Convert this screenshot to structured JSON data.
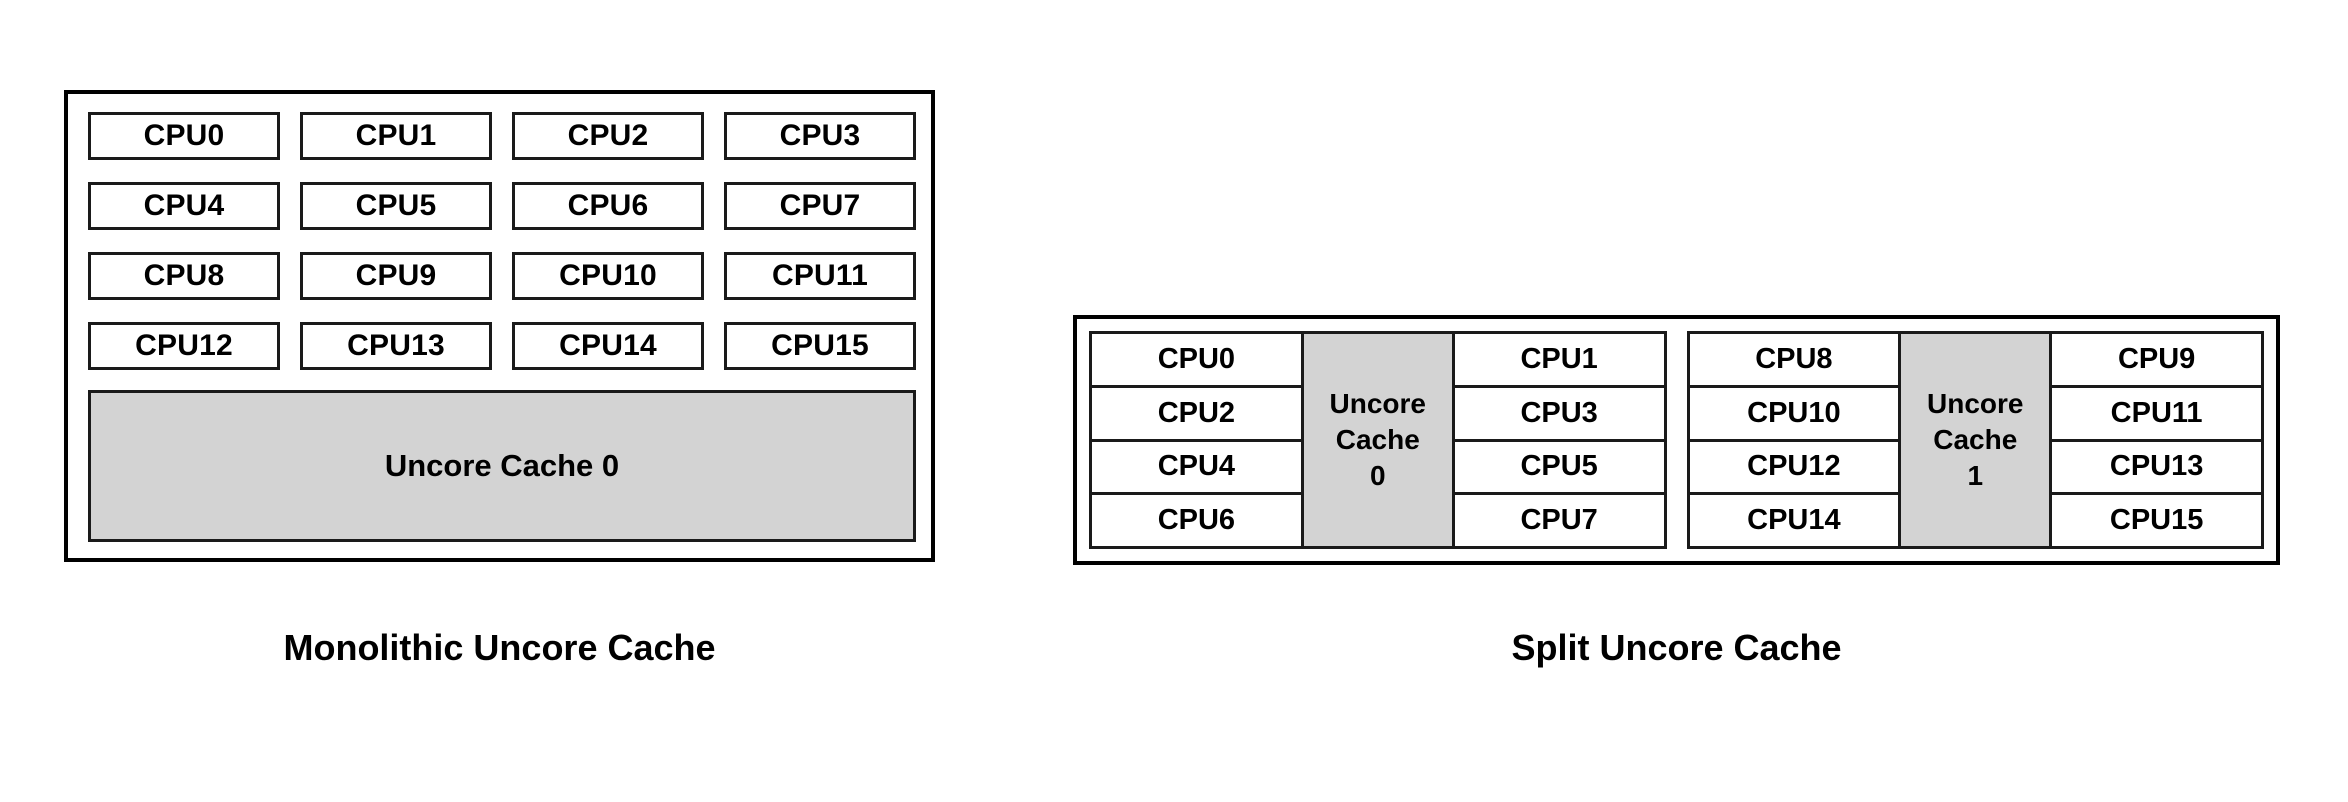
{
  "theme": {
    "background": "#ffffff",
    "line_color": "#000000",
    "cache_fill": "#d3d3d3",
    "cpu_fill": "#ffffff",
    "text_color": "#000000"
  },
  "figures": {
    "monolithic": {
      "caption": "Monolithic Uncore Cache",
      "cpus": [
        "CPU0",
        "CPU1",
        "CPU2",
        "CPU3",
        "CPU4",
        "CPU5",
        "CPU6",
        "CPU7",
        "CPU8",
        "CPU9",
        "CPU10",
        "CPU11",
        "CPU12",
        "CPU13",
        "CPU14",
        "CPU15"
      ],
      "cache": {
        "label": "Uncore Cache 0",
        "index": "0"
      }
    },
    "split": {
      "caption": "Split Uncore Cache",
      "groups": [
        {
          "left_column": [
            "CPU0",
            "CPU2",
            "CPU4",
            "CPU6"
          ],
          "cache": {
            "line1": "Uncore",
            "line2": "Cache",
            "line3": "0"
          },
          "right_column": [
            "CPU1",
            "CPU3",
            "CPU5",
            "CPU7"
          ]
        },
        {
          "left_column": [
            "CPU8",
            "CPU10",
            "CPU12",
            "CPU14"
          ],
          "cache": {
            "line1": "Uncore",
            "line2": "Cache",
            "line3": "1"
          },
          "right_column": [
            "CPU9",
            "CPU11",
            "CPU13",
            "CPU15"
          ]
        }
      ]
    }
  }
}
